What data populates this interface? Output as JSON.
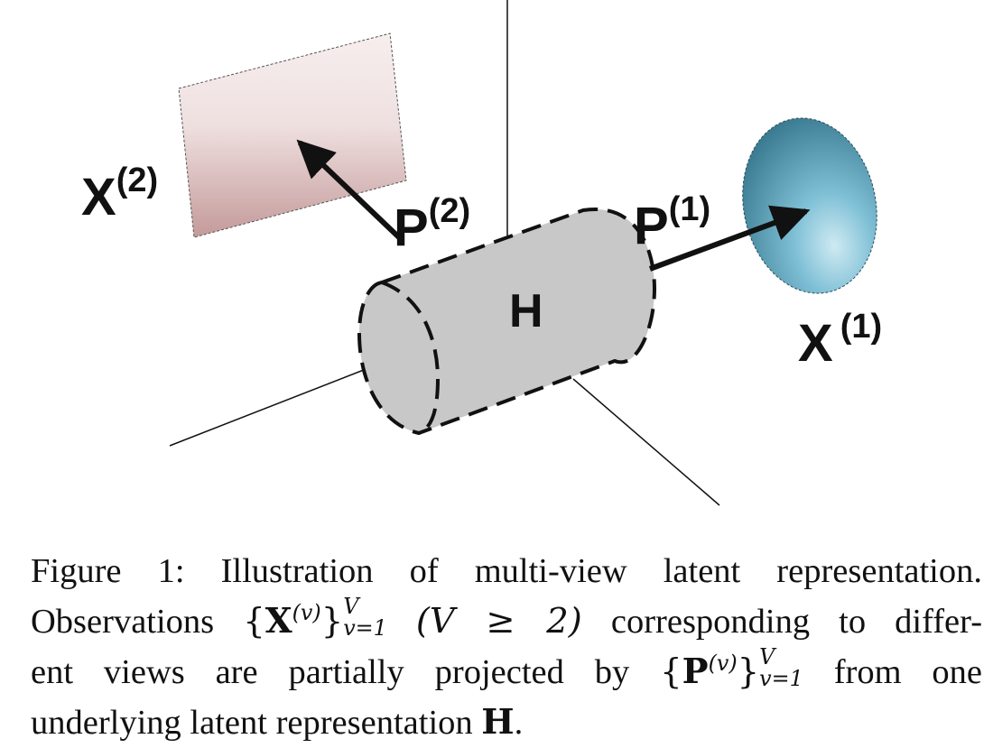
{
  "figure": {
    "labels": {
      "x2": "X",
      "x2_sup": "(2)",
      "p2": "P",
      "p2_sup": "(2)",
      "p1": "P",
      "p1_sup": "(1)",
      "h": "H",
      "x1": "X",
      "x1_sup": "(1)"
    },
    "colors": {
      "plane_top": "#f7eeee",
      "plane_bottom": "#c49a9a",
      "ellipse_light": "#9bd3e4",
      "ellipse_dark": "#2f6f86",
      "cylinder_fill": "#c8c8c8",
      "stroke": "#111111"
    }
  },
  "caption": {
    "line1": "Figure 1: Illustration of multi-view latent representation.",
    "line2_a": "Observations",
    "line2_b": "corresponding to differ-",
    "line3_a": "ent views are partially projected by",
    "line3_b": "from one",
    "line4": "underlying latent representation",
    "math_X": "X",
    "math_P": "P",
    "math_H": "H",
    "math_v": "(v)",
    "math_V": "V",
    "math_v1": "v=1",
    "math_cond": "(V ≥ 2)"
  }
}
